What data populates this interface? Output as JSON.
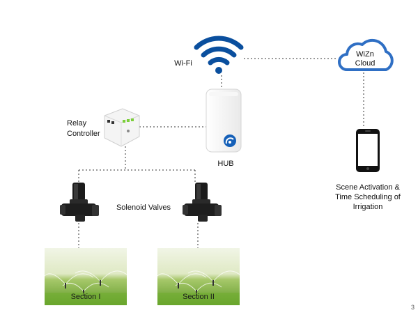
{
  "labels": {
    "wifi": "Wi-Fi",
    "cloud_line1": "WiZn",
    "cloud_line2": "Cloud",
    "relay_line1": "Relay",
    "relay_line2": "Controller",
    "hub": "HUB",
    "solenoid": "Solenoid Valves",
    "phone_line1": "Scene Activation &",
    "phone_line2": "Time Scheduling of",
    "phone_line3": "Irrigation",
    "section1": "Section I",
    "section2": "Section II",
    "page_number": "3"
  },
  "icons": {
    "wifi": "wifi-icon",
    "cloud": "cloud-icon",
    "relay": "relay-module-icon",
    "hub": "hub-device-icon",
    "phone": "smartphone-icon",
    "valve": "solenoid-valve-icon",
    "sprinkler": "sprinkler-photo"
  },
  "colors": {
    "wifi_blue": "#0a4f9e",
    "cloud_blue": "#2f6fc4",
    "hub_logo": "#1560b8",
    "grass": "#7fb83a",
    "connector": "#333333"
  }
}
